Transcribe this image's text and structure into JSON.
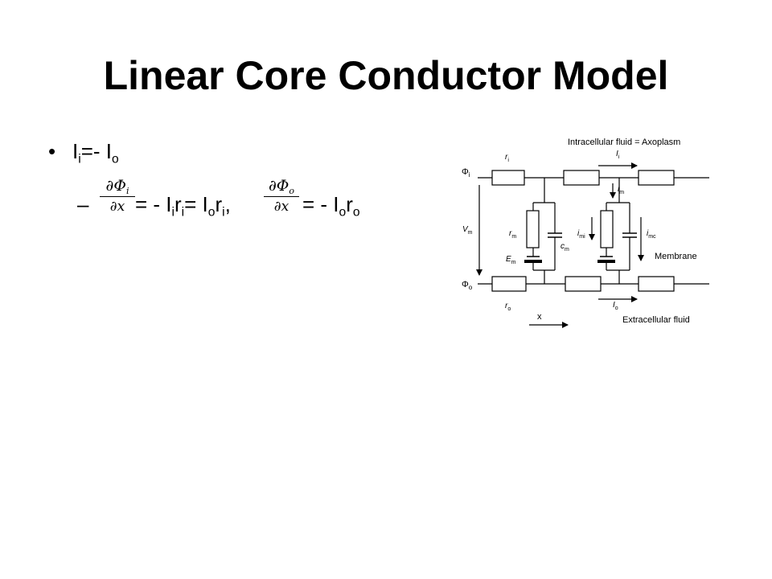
{
  "slide": {
    "title": "Linear Core Conductor Model",
    "bullet1": {
      "marker": "•",
      "I_main": "I",
      "I_sub": "i",
      "eq": "=- I",
      "o_sub": "o"
    },
    "bullet2": {
      "marker": "–",
      "frac1": {
        "numerator": "∂Φ",
        "numerator_sub": "i",
        "denominator": "∂x"
      },
      "expr1": {
        "a": "= - I",
        "a_sub": "i",
        "b": "r",
        "b_sub": "i",
        "c": "= I",
        "c_sub": "o",
        "d": "r",
        "d_sub": "i",
        "e": ","
      },
      "frac2": {
        "numerator": "∂Φ",
        "numerator_sub": "o",
        "denominator": "∂x"
      },
      "expr2": {
        "a": "= - I",
        "a_sub": "o",
        "b": "r",
        "b_sub": "o"
      }
    }
  },
  "diagram": {
    "intracellular_label": "Intracellular fluid = Axoplasm",
    "membrane_label": "Membrane",
    "extracellular_label": "Extracellular fluid",
    "phi_i": "Φ",
    "phi_i_sub": "i",
    "phi_o": "Φ",
    "phi_o_sub": "o",
    "r_i": "r",
    "r_i_sub": "i",
    "r_o": "r",
    "r_o_sub": "o",
    "I_i": "I",
    "I_i_sub": "i",
    "I_o": "I",
    "I_o_sub": "o",
    "i_m": "i",
    "i_m_sub": "m",
    "V_m": "V",
    "V_m_sub": "m",
    "r_m": "r",
    "r_m_sub": "m",
    "E_m": "E",
    "E_m_sub": "m",
    "c_m": "c",
    "c_m_sub": "m",
    "i_mi": "i",
    "i_mi_sub": "mi",
    "i_mc": "i",
    "i_mc_sub": "mc",
    "x_label": "x"
  }
}
